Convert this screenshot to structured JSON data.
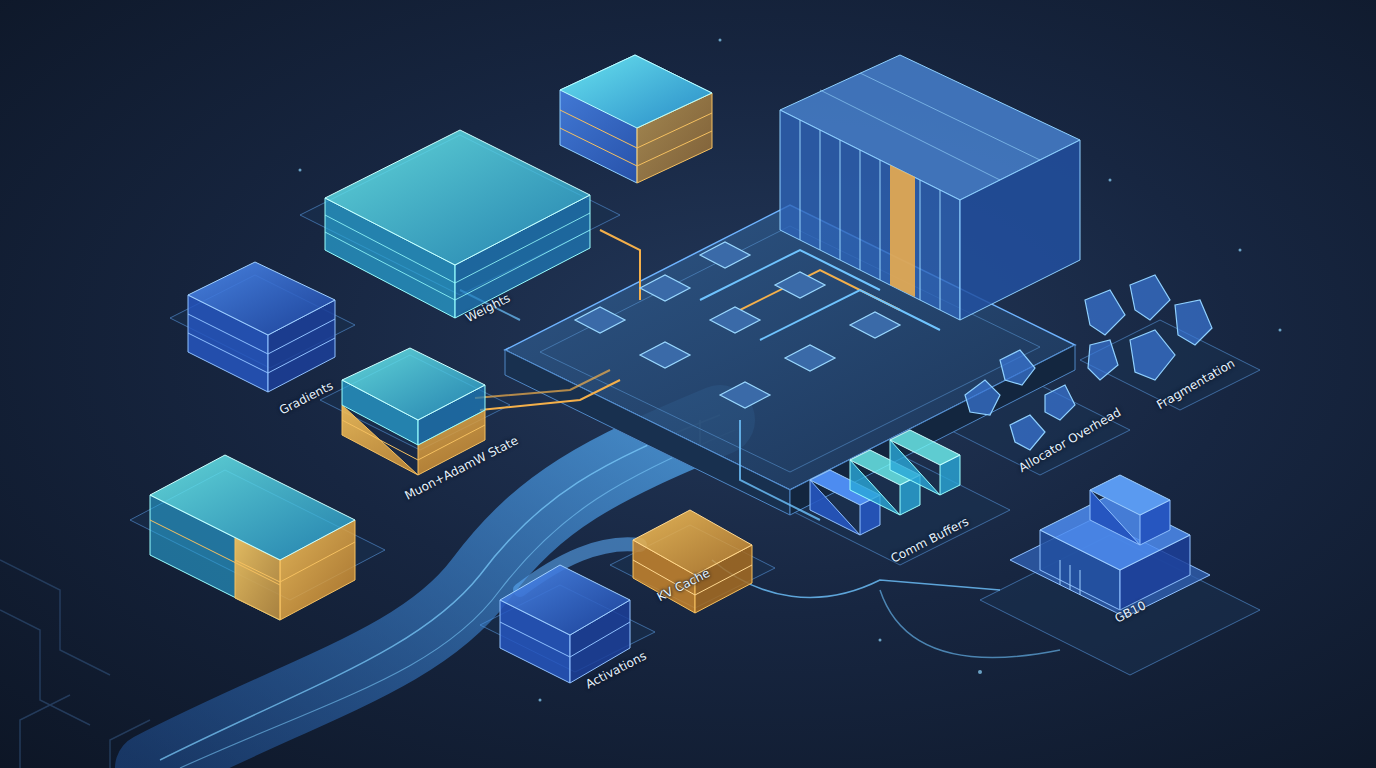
{
  "diagram": {
    "labels": [
      "Weights",
      "Gradients",
      "Muon+AdamW State",
      "KV Cache",
      "Activations",
      "Comm Buffers",
      "Allocator Overhead",
      "Fragmentation",
      "GB10"
    ]
  }
}
